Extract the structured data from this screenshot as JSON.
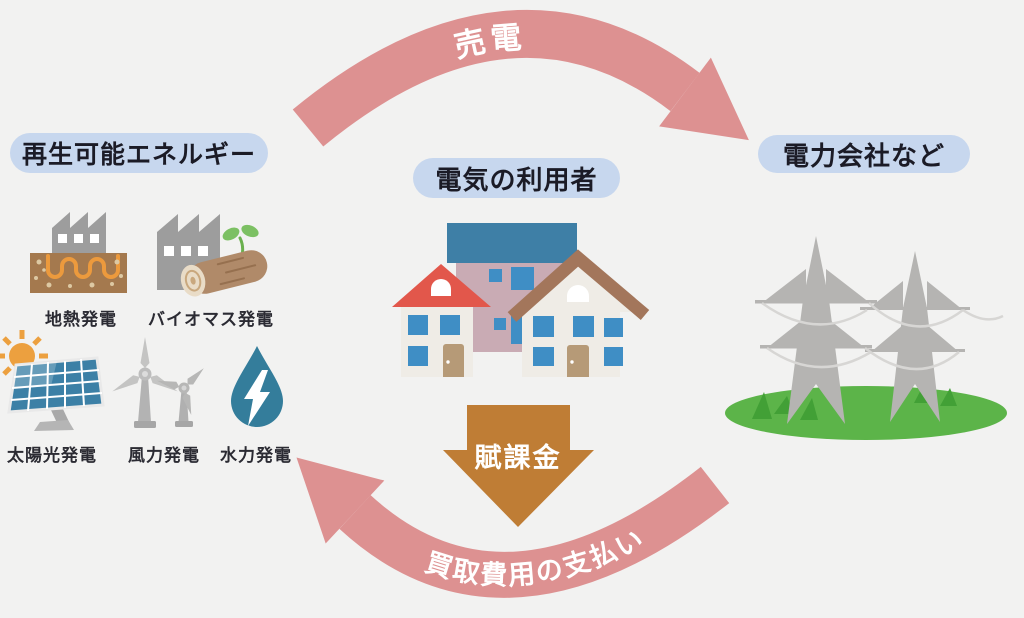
{
  "background": "#f2f2f1",
  "nodes": {
    "renewable": {
      "label": "再生可能エネルギー"
    },
    "users": {
      "label": "電気の利用者"
    },
    "power_company": {
      "label": "電力会社など"
    }
  },
  "flows": {
    "sell": "売電",
    "surcharge": "賦課金",
    "payment": "買取費用の支払い"
  },
  "energy_sources": [
    {
      "label": "地熱発電",
      "icon": "geothermal-icon"
    },
    {
      "label": "バイオマス発電",
      "icon": "biomass-icon"
    },
    {
      "label": "太陽光発電",
      "icon": "solar-icon"
    },
    {
      "label": "風力発電",
      "icon": "wind-icon"
    },
    {
      "label": "水力発電",
      "icon": "hydro-icon"
    }
  ],
  "illustrations": {
    "users": "houses-illustration",
    "power_company": "transmission-towers-illustration"
  },
  "colors": {
    "flow_arrow": "#dd9191",
    "surcharge_arrow": "#bf7d35",
    "label_pill": "#c7d7ee",
    "pill_text": "#1b1b26",
    "flow_text": "#ffffff",
    "grass": "#5cb449",
    "tower_gray": "#b5b4b2",
    "window_blue": "#3f8ec5"
  }
}
